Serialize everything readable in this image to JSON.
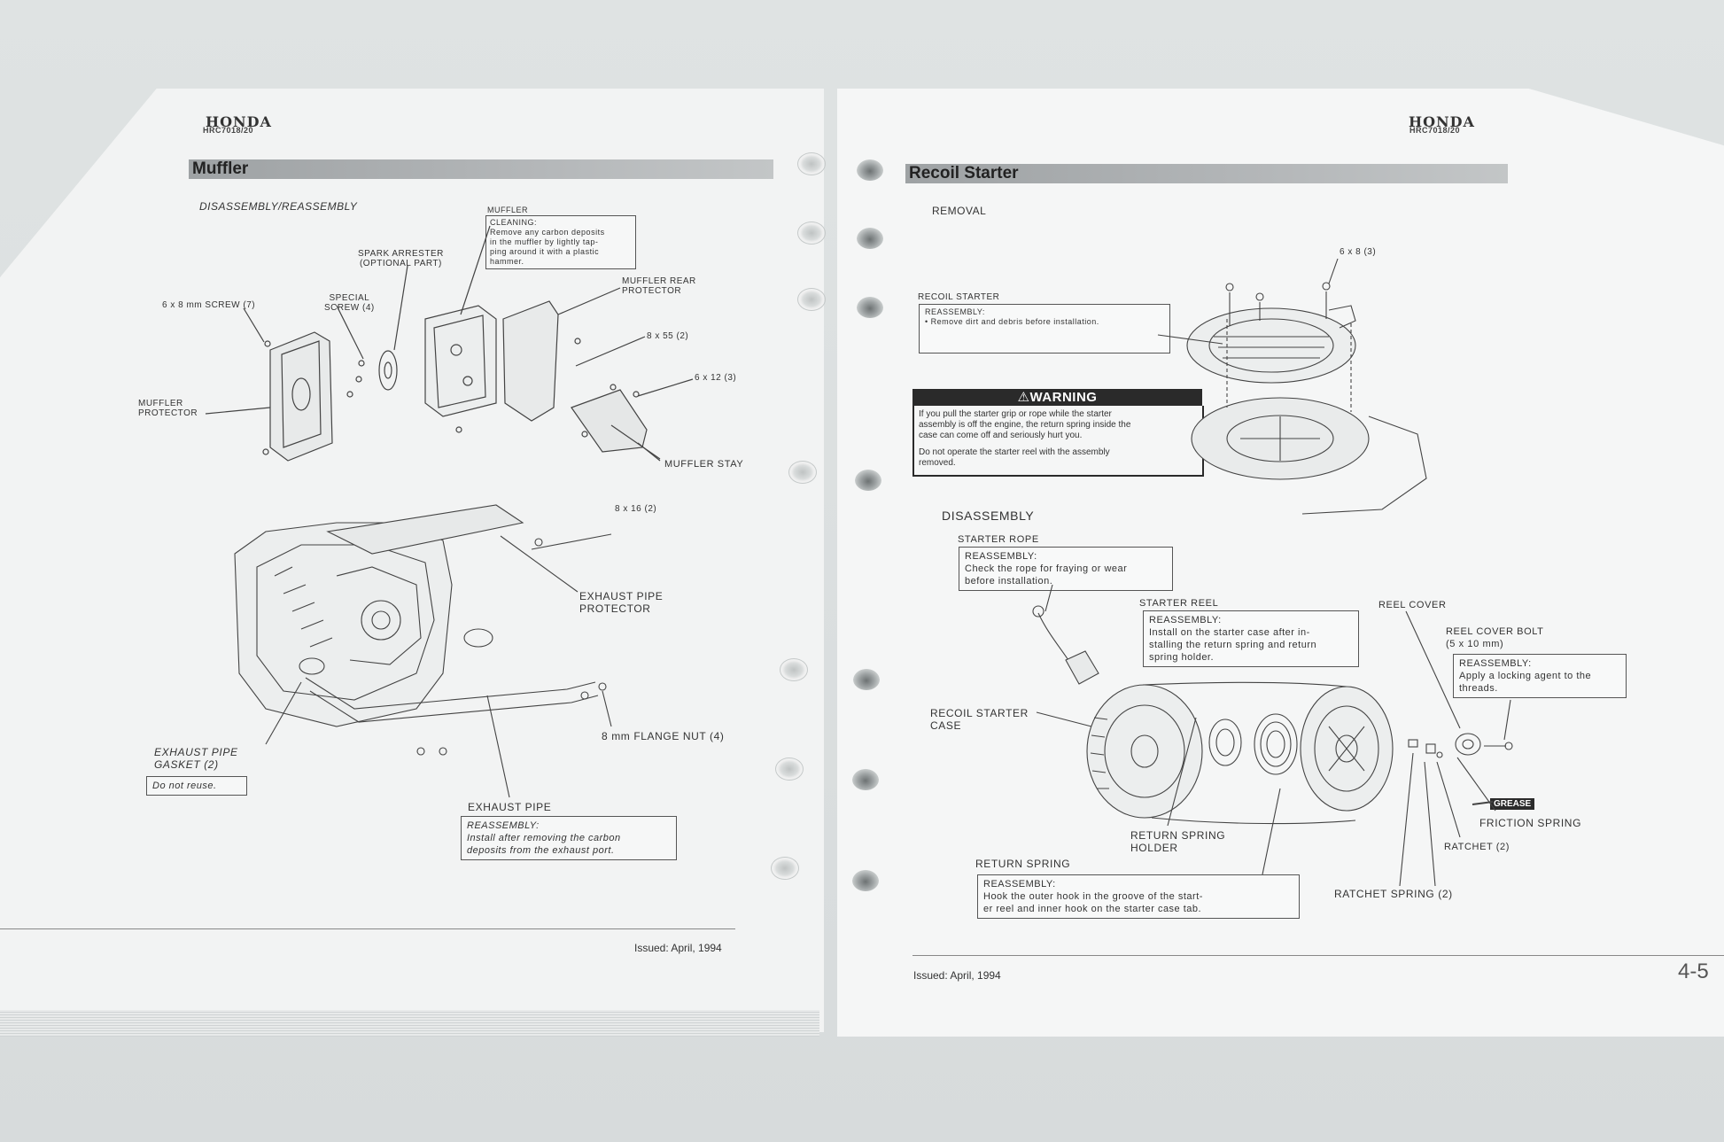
{
  "left_page": {
    "brand": "HONDA",
    "model": "HRC7018/20",
    "section_title": "Muffler",
    "subheading": "DISASSEMBLY/REASSEMBLY",
    "labels": {
      "muffler": "MUFFLER",
      "spark_arrester_1": "SPARK ARRESTER",
      "spark_arrester_2": "(OPTIONAL PART)",
      "muffler_rear_protector_1": "MUFFLER REAR",
      "muffler_rear_protector_2": "PROTECTOR",
      "screw_6x8": "6 x 8 mm SCREW (7)",
      "special_screw_1": "SPECIAL",
      "special_screw_2": "SCREW (4)",
      "bolt_8x55": "8 x 55 (2)",
      "bolt_6x12": "6 x 12 (3)",
      "muffler_protector_1": "MUFFLER",
      "muffler_protector_2": "PROTECTOR",
      "muffler_stay": "MUFFLER STAY",
      "bolt_8x16": "8 x 16 (2)",
      "exhaust_pipe_protector_1": "EXHAUST PIPE",
      "exhaust_pipe_protector_2": "PROTECTOR",
      "flange_nut": "8 mm FLANGE NUT (4)",
      "gasket_1": "EXHAUST PIPE",
      "gasket_2": "GASKET (2)",
      "exhaust_pipe": "EXHAUST PIPE"
    },
    "muffler_cleaning": {
      "heading": "CLEANING:",
      "lines": [
        "Remove any carbon deposits",
        "in the muffler by lightly tap-",
        "ping around it with a plastic",
        "hammer."
      ]
    },
    "gasket_note": "Do not reuse.",
    "exhaust_reassembly": {
      "heading": "REASSEMBLY:",
      "lines": [
        "Install after removing the carbon",
        "deposits from the exhaust port."
      ]
    },
    "footer": "Issued: April, 1994"
  },
  "right_page": {
    "brand": "HONDA",
    "model": "HRC7018/20",
    "section_title": "Recoil Starter",
    "removal_heading": "REMOVAL",
    "bolt_6x8": "6 x 8 (3)",
    "recoil_starter_label": "RECOIL STARTER",
    "recoil_reassembly": {
      "heading": "REASSEMBLY:",
      "lines": [
        "• Remove dirt and debris before installation."
      ]
    },
    "warning": {
      "title": "⚠WARNING",
      "para1": [
        "If you pull the starter grip or rope while the starter",
        "assembly is off the engine, the return spring inside the",
        "case can come off and seriously hurt you."
      ],
      "para2": [
        "Do not operate the starter reel with the assembly",
        "removed."
      ]
    },
    "disassembly_heading": "DISASSEMBLY",
    "starter_rope": {
      "label": "STARTER ROPE",
      "heading": "REASSEMBLY:",
      "lines": [
        "Check the rope for fraying or wear",
        "before installation."
      ]
    },
    "starter_reel": {
      "label": "STARTER REEL",
      "heading": "REASSEMBLY:",
      "lines": [
        "Install on the starter case after in-",
        "stalling the return spring and return",
        "spring holder."
      ]
    },
    "reel_cover": "REEL COVER",
    "reel_cover_bolt": {
      "label_1": "REEL COVER BOLT",
      "label_2": "(5 x 10 mm)",
      "heading": "REASSEMBLY:",
      "lines": [
        "Apply a locking agent to the",
        "threads."
      ]
    },
    "recoil_starter_case_1": "RECOIL STARTER",
    "recoil_starter_case_2": "CASE",
    "grease": "GREASE",
    "friction_spring": "FRICTION SPRING",
    "return_spring_holder_1": "RETURN SPRING",
    "return_spring_holder_2": "HOLDER",
    "ratchet": "RATCHET (2)",
    "return_spring": {
      "label": "RETURN SPRING",
      "heading": "REASSEMBLY:",
      "lines": [
        "Hook the outer hook in the groove of the start-",
        "er reel and inner hook on the starter case tab."
      ]
    },
    "ratchet_spring": "RATCHET SPRING (2)",
    "footer": "Issued: April, 1994",
    "page_number": "4-5"
  }
}
